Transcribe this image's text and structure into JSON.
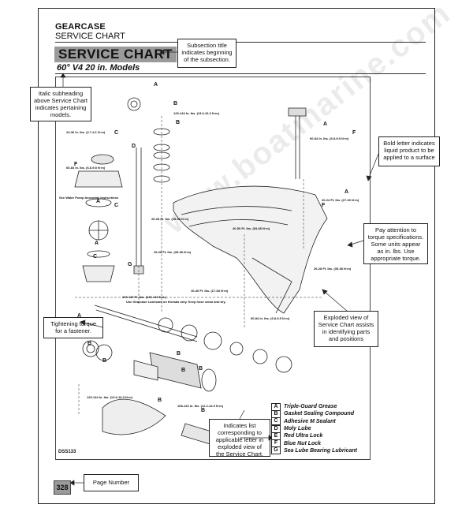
{
  "header": {
    "section": "GEARCASE",
    "chapter": "SERVICE CHART"
  },
  "title": "SERVICE CHART",
  "subheading": "60° V4 20 in. Models",
  "callouts": {
    "subsection": "Subsection title indicates beginning of the subsection.",
    "italic": "Italic subheading above Service Chart indicates pertaining models.",
    "bold_letter": "Bold letter indicates liquid product to be applied to a surface",
    "torque_spec": "Pay attention to torque specifications. Some units appear as in. lbs. Use appropriate torque.",
    "tightening": "Tightening torque for a fastener.",
    "exploded": "Exploded view of Service Chart assists in identifying parts and positions",
    "indicates_list": "Indicates list corresponding to applicable letter in exploded view of the Service Chart.",
    "page_number": "Page Number"
  },
  "page_num": "328",
  "figure_id": "DSS133",
  "watermark": "www.boatmarine.com",
  "legend": [
    {
      "key": "A",
      "label": "Triple-Guard Grease"
    },
    {
      "key": "B",
      "label": "Gasket Sealing Compound"
    },
    {
      "key": "C",
      "label": "Adhesive M Sealant"
    },
    {
      "key": "D",
      "label": "Moly Lube"
    },
    {
      "key": "E",
      "label": "Red Ultra Lock"
    },
    {
      "key": "F",
      "label": "Blue Nut Lock"
    },
    {
      "key": "G",
      "label": "Sea Lube Bearing Lubricant"
    }
  ],
  "torque_labels": [
    "24-36 In. lbs. (2.7-4.1 N·m)",
    "60-84 In. lbs. (6.8-9.5 N·m)",
    "120-144 In. lbs. (13.6-16.3 N·m)",
    "26-28 Ft. lbs. (35-38 N·m)",
    "40-50 Ft. lbs. (54-68 N·m)",
    "60-84 In. lbs. (6.8-9.5 N·m)",
    "20-24 Ft. lbs. (27-33 N·m)",
    "100-115 Ft. lbs. (136-145 N·m)",
    "10-40 Ft. lbs. (17-54 N·m)",
    "18-20 Ft. lbs. (24-27 N·m)",
    "108-132 In. lbs. (12.2-14.9 N·m)"
  ],
  "pump_note": "See Water Pump Assembly Instructions",
  "lube_note": "Use Gearcase Lubricant on threads only. Keep hose clean and dry.",
  "letters": [
    "A",
    "B",
    "C",
    "D",
    "E",
    "F",
    "G"
  ]
}
